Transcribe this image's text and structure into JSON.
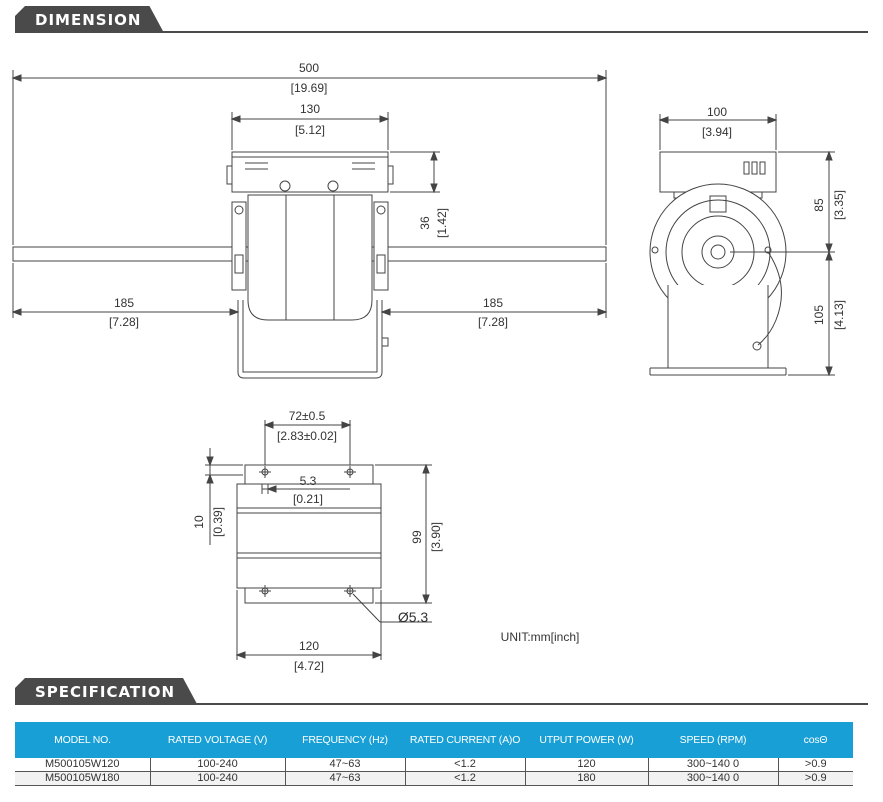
{
  "sections": {
    "dimension_title": "DIMENSION",
    "specification_title": "SPECIFICATION"
  },
  "drawing": {
    "overall_length_mm": "500",
    "overall_length_in": "[19.69]",
    "body_length_mm": "130",
    "body_length_in": "[5.12]",
    "bracket_height_mm": "36",
    "bracket_height_in": "[1.42]",
    "shaft_left_mm": "185",
    "shaft_left_in": "[7.28]",
    "shaft_right_mm": "185",
    "shaft_right_in": "[7.28]",
    "side_width_mm": "100",
    "side_width_in": "[3.94]",
    "side_upper_mm": "85",
    "side_upper_in": "[3.35]",
    "side_lower_mm": "105",
    "side_lower_in": "[4.13]",
    "hole_spacing_mm": "72±0.5",
    "hole_spacing_in": "[2.83±0.02]",
    "slot_mm": "5.3",
    "slot_in": "[0.21]",
    "edge_mm": "10",
    "edge_in": "[0.39]",
    "base_height_mm": "99",
    "base_height_in": "[3.90]",
    "base_width_mm": "120",
    "base_width_in": "[4.72]",
    "hole_diameter": "Ø5.3",
    "unit_note": "UNIT:mm[inch]"
  },
  "table": {
    "headers": [
      "MODEL NO.",
      "RATED VOLTAGE (V)",
      "FREQUENCY (Hz)",
      "RATED CURRENT (A)O",
      "UTPUT POWER (W)",
      "SPEED (RPM)",
      "cosΘ"
    ],
    "rows": [
      [
        "M500105W120",
        "100-240",
        "47~63",
        "<1.2",
        "120",
        "300~140 0",
        ">0.9"
      ],
      [
        "M500105W180",
        "100-240",
        "47~63",
        "<1.2",
        "180",
        "300~140 0",
        ">0.9"
      ]
    ]
  },
  "colors": {
    "section_tab": "#4a4a4a",
    "table_header": "#18a0d6"
  }
}
